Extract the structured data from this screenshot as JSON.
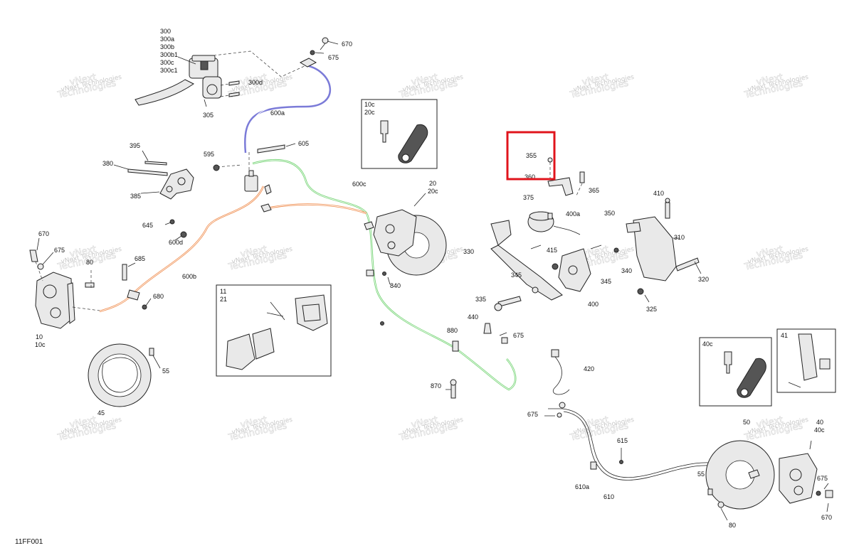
{
  "drawing_id": "11FF001",
  "watermark": {
    "line1": "vNext",
    "line2": "Technologies",
    "small": "vNext Technologies"
  },
  "highlight": {
    "color": "#e0141c",
    "label": "355"
  },
  "hose_colors": {
    "600a": "#7b7bd8",
    "600b": "#ef8a4a",
    "600c": "#6fd26f"
  },
  "labels": {
    "l300": "300",
    "l300a": "300a",
    "l300b": "300b",
    "l300b1": "300b1",
    "l300c": "300c",
    "l300c1": "300c1",
    "l305": "305",
    "l300d": "300d",
    "l600a": "600a",
    "l670a": "670",
    "l675a": "675",
    "l395": "395",
    "l380": "380",
    "l385": "385",
    "l595": "595",
    "l605": "605",
    "l600c": "600c",
    "l20": "20",
    "l20c": "20c",
    "l645": "645",
    "l600d": "600d",
    "l670b": "670",
    "l675b": "675",
    "l80a": "80",
    "l685": "685",
    "l600b": "600b",
    "l680": "680",
    "l10": "10",
    "l10c": "10c",
    "l55a": "55",
    "l45": "45",
    "l840": "840",
    "l330": "330",
    "l345a": "345",
    "l335": "335",
    "l440": "440",
    "l880": "880",
    "l675c": "675",
    "l870": "870",
    "l355": "355",
    "l360": "360",
    "l365": "365",
    "l375": "375",
    "l400a": "400a",
    "l415": "415",
    "l400": "400",
    "l410": "410",
    "l350": "350",
    "l310": "310",
    "l340": "340",
    "l345b": "345",
    "l320": "320",
    "l325": "325",
    "l420": "420",
    "l675d": "675",
    "l615": "615",
    "l610a": "610a",
    "l610": "610",
    "l55b": "55",
    "l50": "50",
    "l40": "40",
    "l40c": "40c",
    "l675e": "675",
    "l670c": "670",
    "l80b": "80"
  },
  "insets": {
    "bleeder_kit_front": {
      "line1": "10c",
      "line2": "20c"
    },
    "pads_front": {
      "line1": "11",
      "line2": "21"
    },
    "bleeder_kit_rear": {
      "line1": "40c"
    },
    "pads_rear": {
      "line1": "41"
    }
  }
}
